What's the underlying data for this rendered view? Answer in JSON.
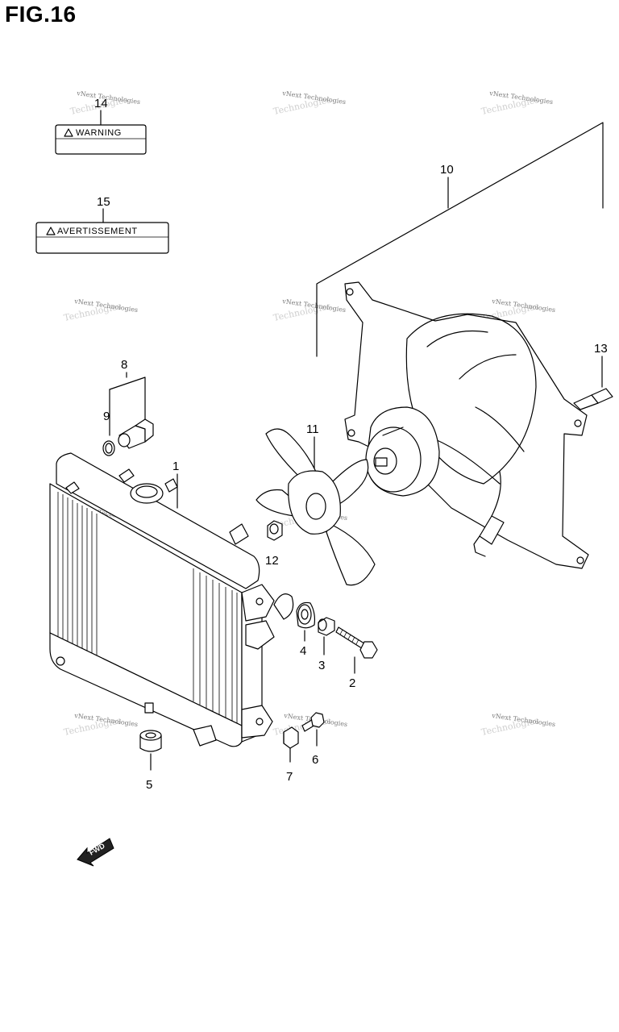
{
  "figure": {
    "title": "FIG.16"
  },
  "labels": {
    "warning_text": "WARNING",
    "avertissement_text": "AVERTISSEMENT",
    "fwd_text": "FWD"
  },
  "parts": {
    "p1": "1",
    "p2": "2",
    "p3": "3",
    "p4": "4",
    "p5": "5",
    "p6": "6",
    "p7": "7",
    "p8": "8",
    "p9": "9",
    "p10": "10",
    "p11": "11",
    "p12": "12",
    "p13": "13",
    "p14": "14",
    "p15": "15"
  },
  "watermark": {
    "text": "vNext Technologies",
    "ghost": "Technologies"
  }
}
